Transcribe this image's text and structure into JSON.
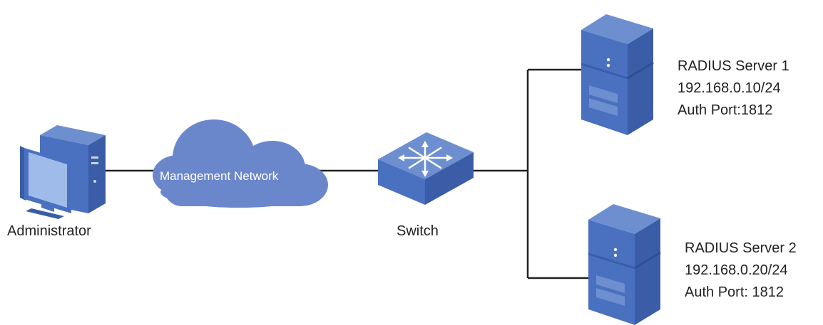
{
  "administrator": {
    "label": "Administrator"
  },
  "network": {
    "label": "Management Network"
  },
  "switch": {
    "label": "Switch"
  },
  "servers": [
    {
      "name": "RADIUS Server 1",
      "ip": "192.168.0.10/24",
      "auth_port": "Auth Port:1812"
    },
    {
      "name": "RADIUS Server 2",
      "ip": "192.168.0.20/24",
      "auth_port": "Auth Port: 1812"
    }
  ],
  "colors": {
    "device_top": "#6d8fd0",
    "device_front": "#4a70c0",
    "device_side": "#3b5da8",
    "cloud": "#6b87cc",
    "line": "#222222"
  },
  "icons": [
    "desktop-computer-icon",
    "cloud-icon",
    "network-switch-icon",
    "server-icon"
  ]
}
